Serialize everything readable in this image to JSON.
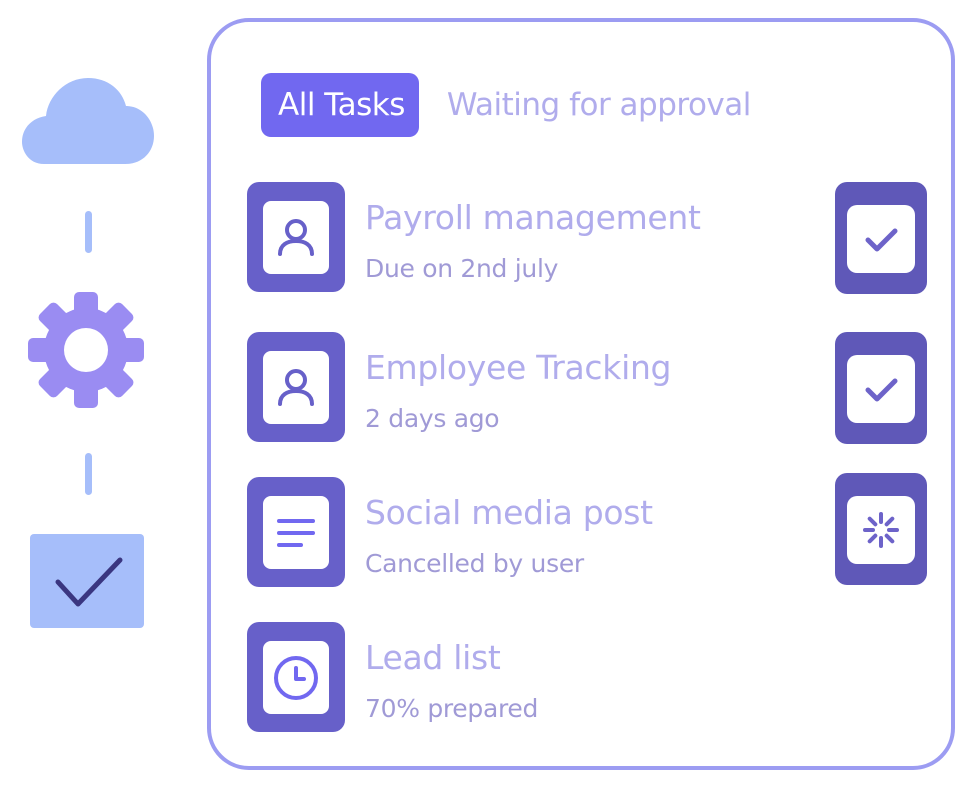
{
  "tabs": {
    "active_label": "All Tasks",
    "inactive_label": "Waiting for approval"
  },
  "tasks": [
    {
      "title": "Payroll management",
      "subtitle": "Due on 2nd july",
      "icon": "user-icon",
      "status": "done"
    },
    {
      "title": "Employee Tracking",
      "subtitle": "2 days ago",
      "icon": "user-icon",
      "status": "done"
    },
    {
      "title": "Social media post",
      "subtitle": "Cancelled by user",
      "icon": "document-lines-icon",
      "status": "loading"
    },
    {
      "title": "Lead list",
      "subtitle": "70% prepared",
      "icon": "clock-icon",
      "status": null
    }
  ],
  "rail": {
    "icons": [
      "cloud-icon",
      "gear-icon",
      "check-icon"
    ]
  },
  "colors": {
    "accent": "#7168f0",
    "icon_bg": "#6760c9",
    "status_bg": "#5f58b8",
    "text_light": "#b0acec",
    "card_border": "#9c9cf2",
    "rail": "#a6befa",
    "gear": "#9a8cf2"
  }
}
